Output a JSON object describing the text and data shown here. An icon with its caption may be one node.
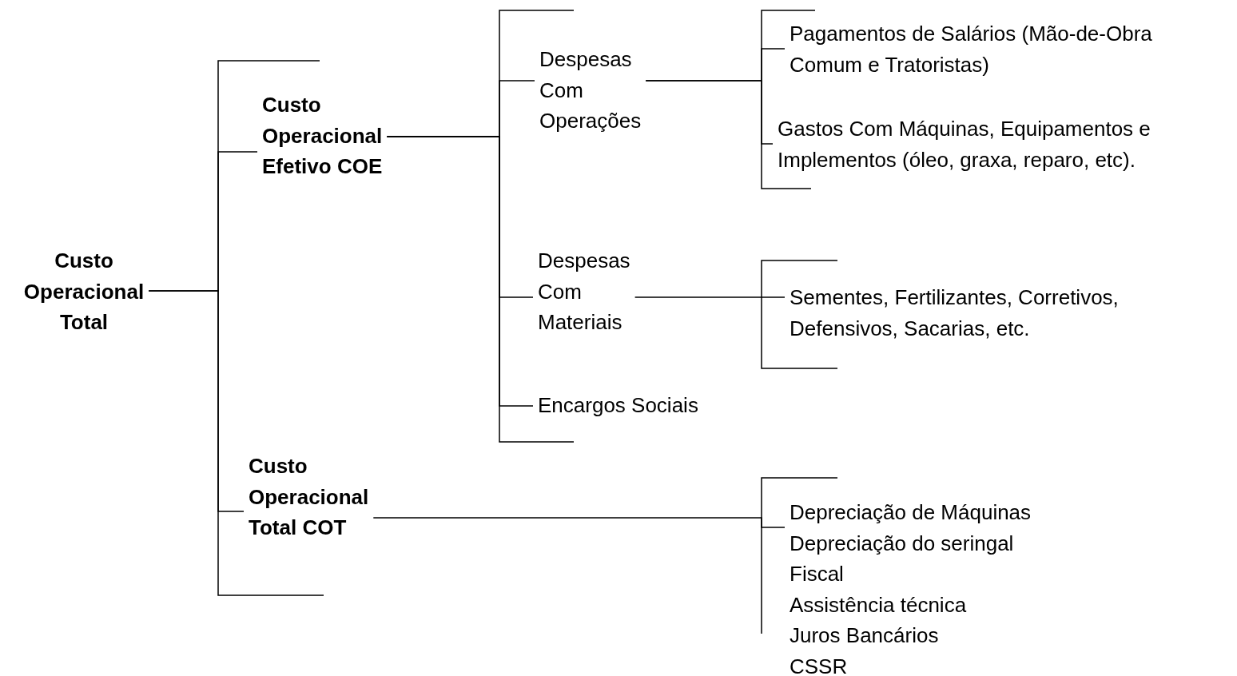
{
  "diagram": {
    "nodes": [
      {
        "text": [
          "Custo Operacional Total"
        ]
      },
      {
        "text": [
          "Custo Operacional Efetivo COE"
        ]
      },
      {
        "text": [
          "Custo Operacional Total COT"
        ]
      },
      {
        "text": [
          "Despesas Com Operações"
        ]
      },
      {
        "text": [
          "Despesas Com Materiais"
        ]
      },
      {
        "text": [
          "Encargos Sociais"
        ]
      },
      {
        "text": [
          "Pagamentos de Salários (Mão-de-Obra Comum e Tratoristas)"
        ]
      },
      {
        "text": [
          "Gastos Com Máquinas, Equipamentos e Implementos (óleo, graxa, reparo, etc)."
        ]
      },
      {
        "text": [
          "Sementes, Fertilizantes, Corretivos, Defensivos, Sacarias, etc."
        ]
      },
      {
        "text": [
          "Depreciação de Máquinas",
          "Depreciação do seringal",
          "Fiscal",
          "Assistência técnica",
          "Juros Bancários",
          "CSSR"
        ]
      }
    ],
    "edges": [
      {
        "from": 0,
        "to": 1,
        "arrow": "none"
      },
      {
        "from": 0,
        "to": 2,
        "arrow": "none"
      },
      {
        "from": 1,
        "to": 3,
        "arrow": "none"
      },
      {
        "from": 1,
        "to": 4,
        "arrow": "none"
      },
      {
        "from": 1,
        "to": 5,
        "arrow": "none"
      },
      {
        "from": 3,
        "to": 6,
        "arrow": "none"
      },
      {
        "from": 3,
        "to": 7,
        "arrow": "none"
      },
      {
        "from": 4,
        "to": 8,
        "arrow": "none"
      },
      {
        "from": 2,
        "to": 9,
        "arrow": "none"
      }
    ]
  }
}
